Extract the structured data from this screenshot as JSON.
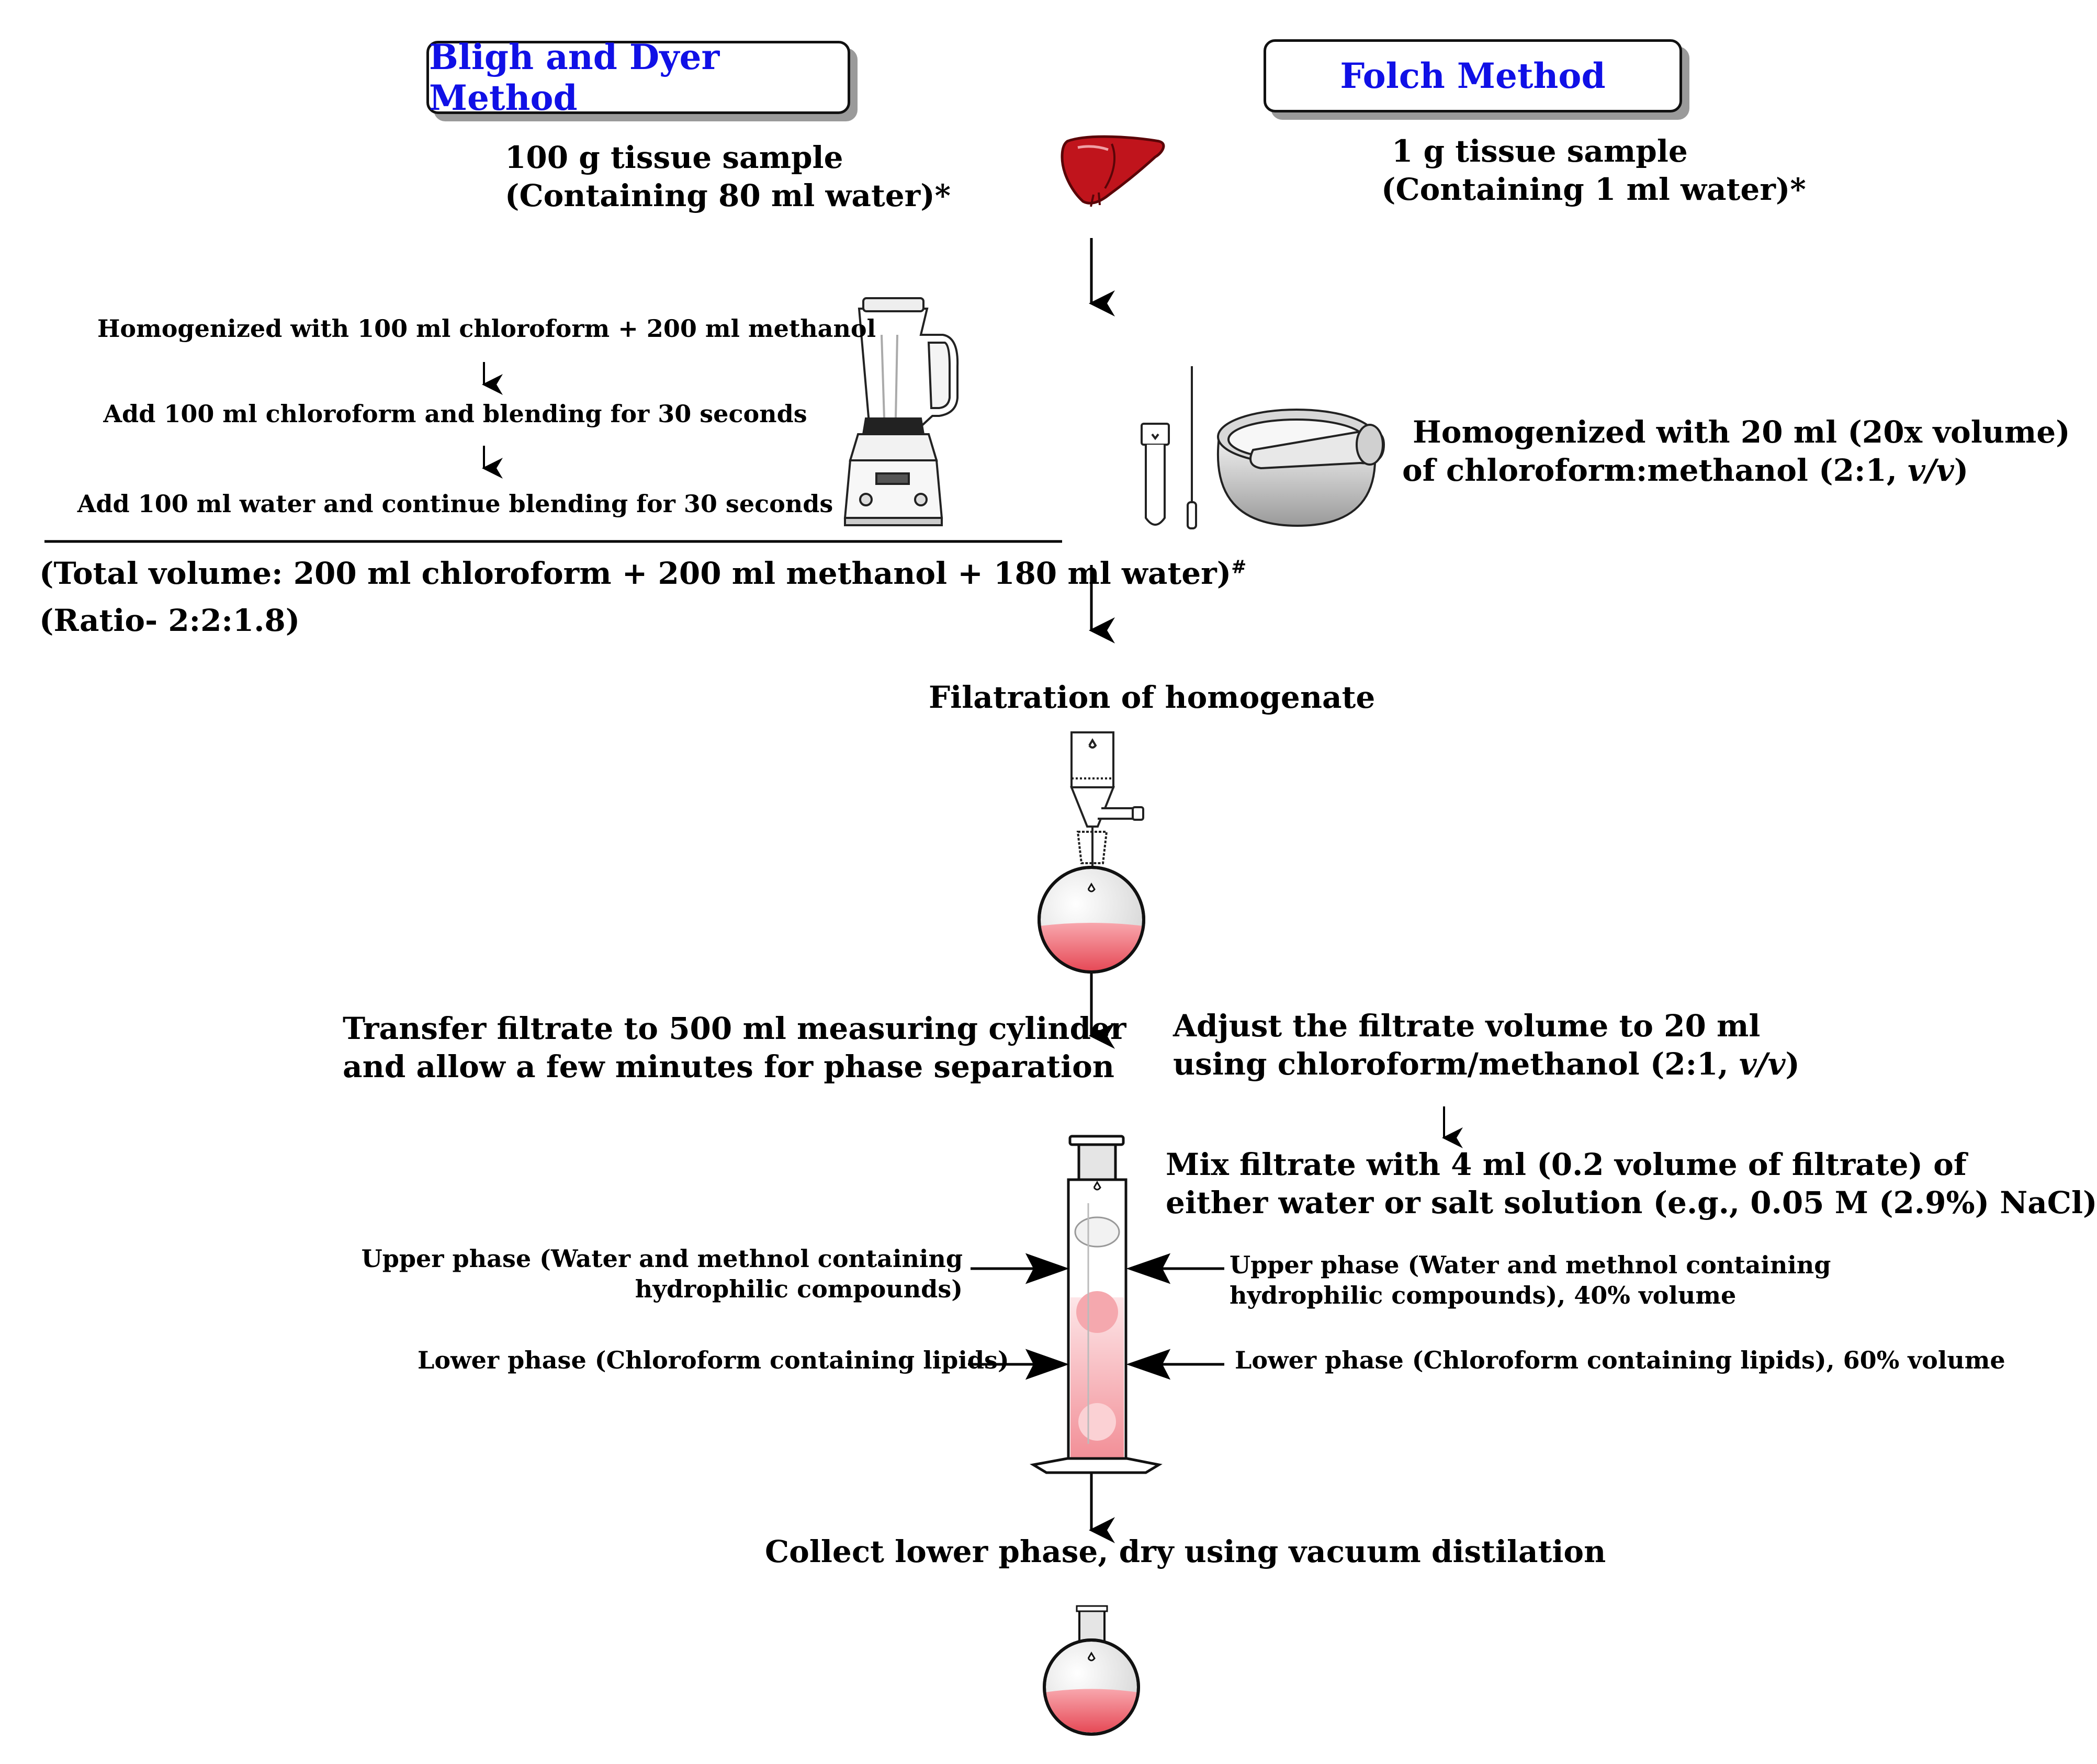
{
  "headers": {
    "bligh_dyer": "Bligh and Dyer Method",
    "folch": "Folch Method"
  },
  "bligh": {
    "sample_line1": "100 g tissue sample",
    "sample_line2": "(Containing 80 ml water)*",
    "step1": "Homogenized with 100 ml chloroform + 200 ml methanol",
    "step2": "Add 100 ml chloroform and blending for 30 seconds",
    "step3": "Add 100 ml water and continue blending for 30 seconds",
    "total_volume": "(Total volume: 200 ml chloroform + 200 ml methanol + 180 ml water)",
    "total_volume_mark": "#",
    "ratio": "(Ratio- 2:2:1.8)",
    "transfer_line1": "Transfer filtrate to 500 ml measuring cylinder",
    "transfer_line2": "and allow a few minutes for phase separation",
    "upper_phase_line1": "Upper phase (Water and methnol containing",
    "upper_phase_line2": "hydrophilic compounds)",
    "lower_phase": "Lower phase (Chloroform containing lipids)"
  },
  "folch": {
    "sample_line1": "1 g tissue sample",
    "sample_line2": "(Containing 1 ml water)*",
    "homog_line1": "Homogenized with 20 ml (20x volume)",
    "homog_line2_a": "of chloroform:methanol (2:1, ",
    "homog_line2_ratio": "v/v",
    "homog_line2_b": ")",
    "adjust_line1": "Adjust the filtrate volume to 20 ml",
    "adjust_line2_a": "using chloroform/methanol (2:1, ",
    "adjust_line2_ratio": "v/v",
    "adjust_line2_b": ")",
    "mix_line1": "Mix filtrate with 4 ml (0.2 volume of filtrate) of",
    "mix_line2": "either water or salt solution (e.g., 0.05 M (2.9%) NaCl)",
    "upper_phase_line1": "Upper phase (Water and methnol containing",
    "upper_phase_line2": "hydrophilic compounds), 40% volume",
    "lower_phase": "Lower phase (Chloroform containing lipids), 60% volume"
  },
  "common": {
    "filtration": "Filatration of homogenate",
    "collect": "Collect lower phase, dry using vacuum distilation"
  },
  "colors": {
    "header_text": "#1010e6",
    "liver": "#c0141c",
    "liquid": "#ef7d86"
  },
  "icons": [
    "liver-icon",
    "blender-icon",
    "test-tube-icon",
    "glass-rod-icon",
    "mortar-pestle-icon",
    "filtration-funnel-icon",
    "round-bottom-flask-icon",
    "measuring-cylinder-icon"
  ]
}
